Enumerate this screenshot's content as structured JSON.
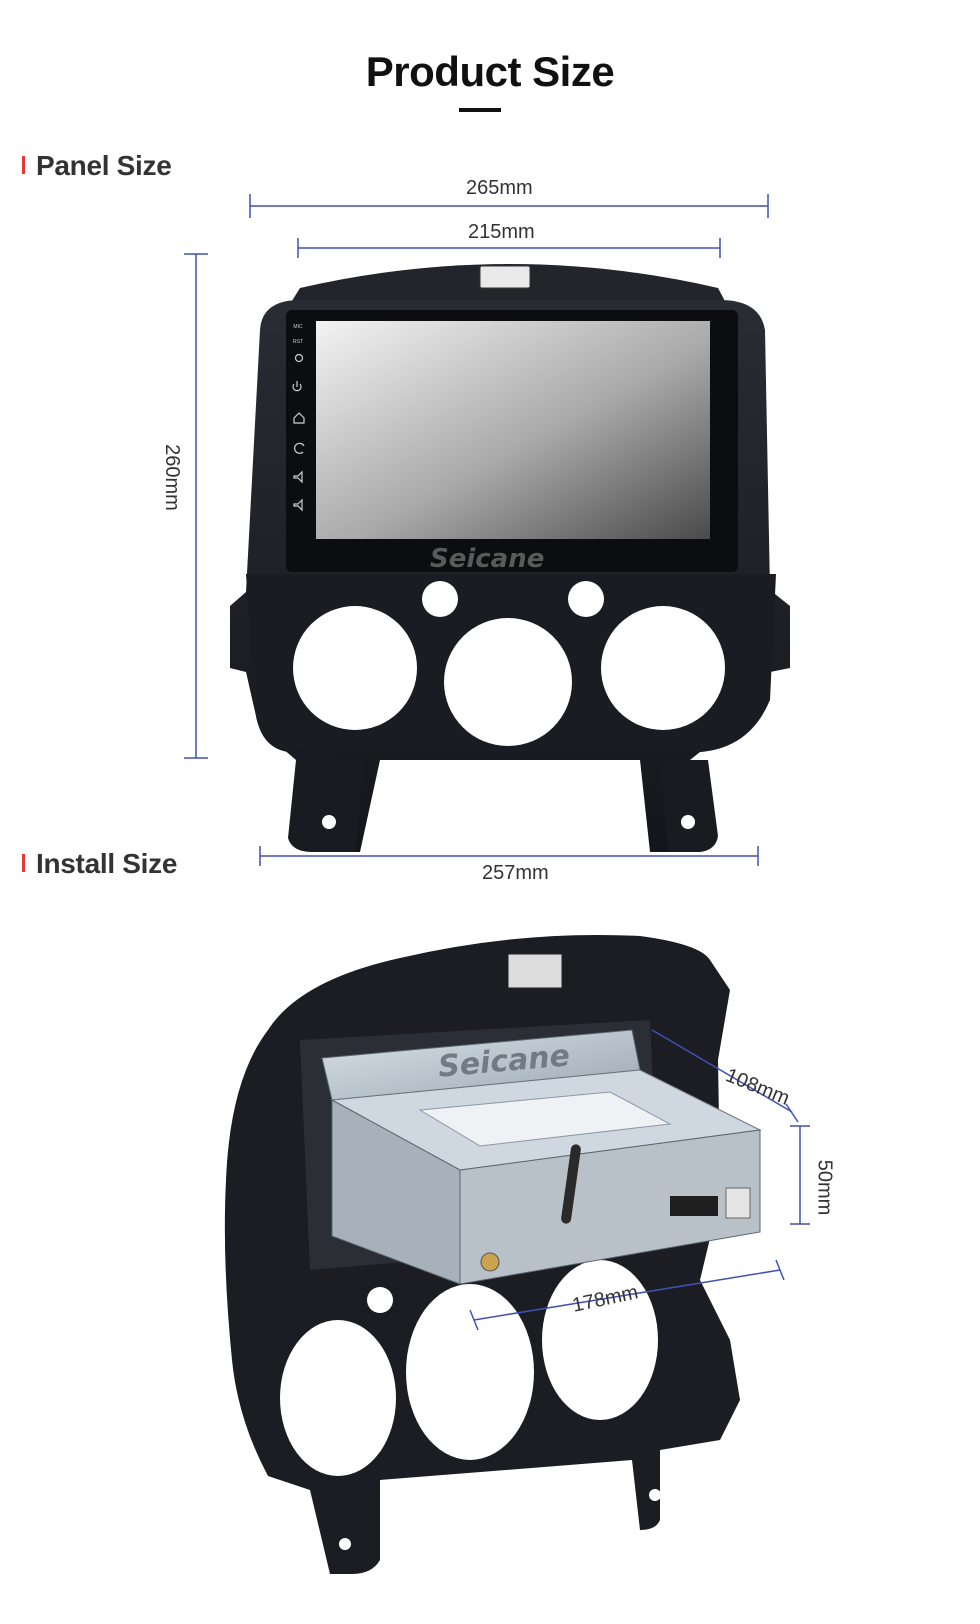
{
  "header": {
    "title": "Product Size"
  },
  "panel_section": {
    "label": "Panel Size"
  },
  "install_section": {
    "label": "Install Size"
  },
  "panel_dimensions": {
    "outer_width": "265mm",
    "screen_width": "215mm",
    "height": "260mm",
    "bottom_width": "257mm"
  },
  "install_dimensions": {
    "depth": "108mm",
    "height": "50mm",
    "width": "178mm"
  },
  "brand": {
    "logo_text": "Seicane"
  },
  "side_buttons": [
    "MIC",
    "RST",
    "power",
    "home",
    "back",
    "vol+",
    "vol-"
  ],
  "colors": {
    "accent_red": "#e53935",
    "dimension_line": "#3f51b5",
    "frame": "#1c1e24"
  }
}
